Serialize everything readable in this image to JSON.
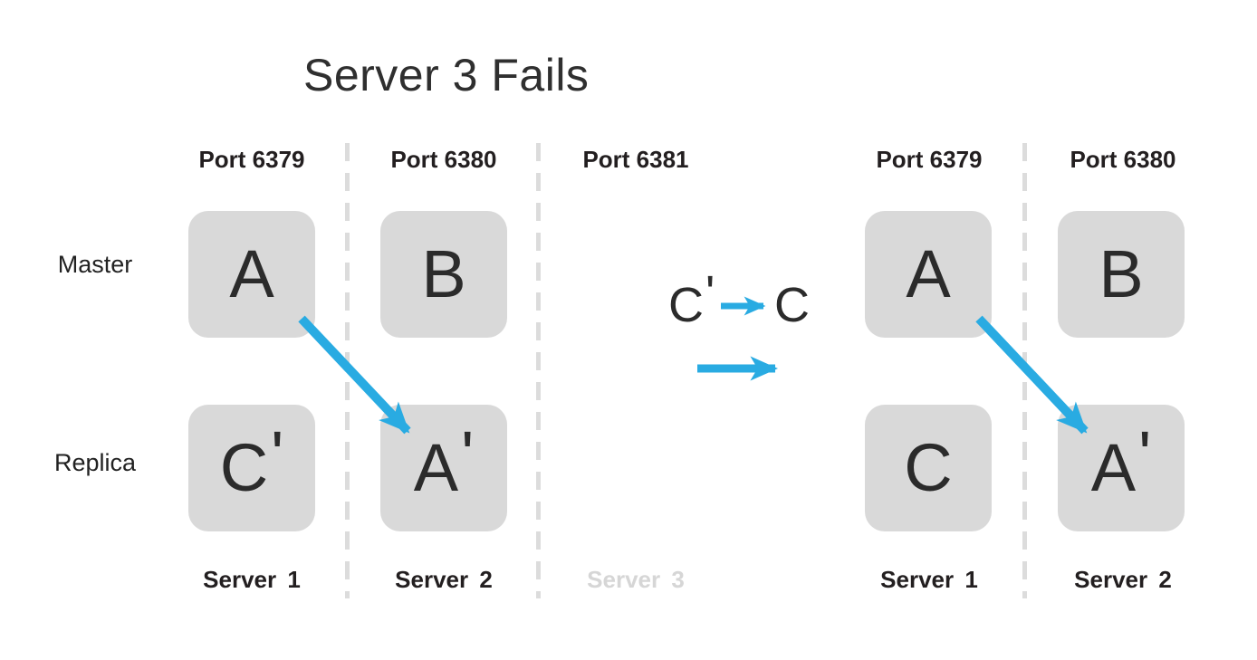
{
  "title": "Server 3 Fails",
  "colors": {
    "background": "#ffffff",
    "arrow_blue": "#29abe2",
    "box_fill": "#d9d9d9",
    "dark_text": "#2b2b2b",
    "faded_text": "#d6d6d6",
    "divider": "#dcdcdc"
  },
  "row_labels": {
    "master": "Master",
    "replica": "Replica"
  },
  "promotion": {
    "from_letter": "C",
    "from_prime": "'",
    "to_letter": "C"
  },
  "groups": {
    "before": {
      "columns": [
        {
          "port": "Port 6379",
          "server": "Server 1",
          "master_letter": "A",
          "master_prime": "",
          "replica_letter": "C",
          "replica_prime": "'"
        },
        {
          "port": "Port 6380",
          "server": "Server 2",
          "master_letter": "B",
          "master_prime": "",
          "replica_letter": "A",
          "replica_prime": "'"
        },
        {
          "port": "Port 6381",
          "server": "Server 3"
        }
      ]
    },
    "after": {
      "columns": [
        {
          "port": "Port 6379",
          "server": "Server 1",
          "master_letter": "A",
          "master_prime": "",
          "replica_letter": "C",
          "replica_prime": ""
        },
        {
          "port": "Port 6380",
          "server": "Server 2",
          "master_letter": "B",
          "master_prime": "",
          "replica_letter": "A",
          "replica_prime": "'"
        }
      ]
    }
  }
}
